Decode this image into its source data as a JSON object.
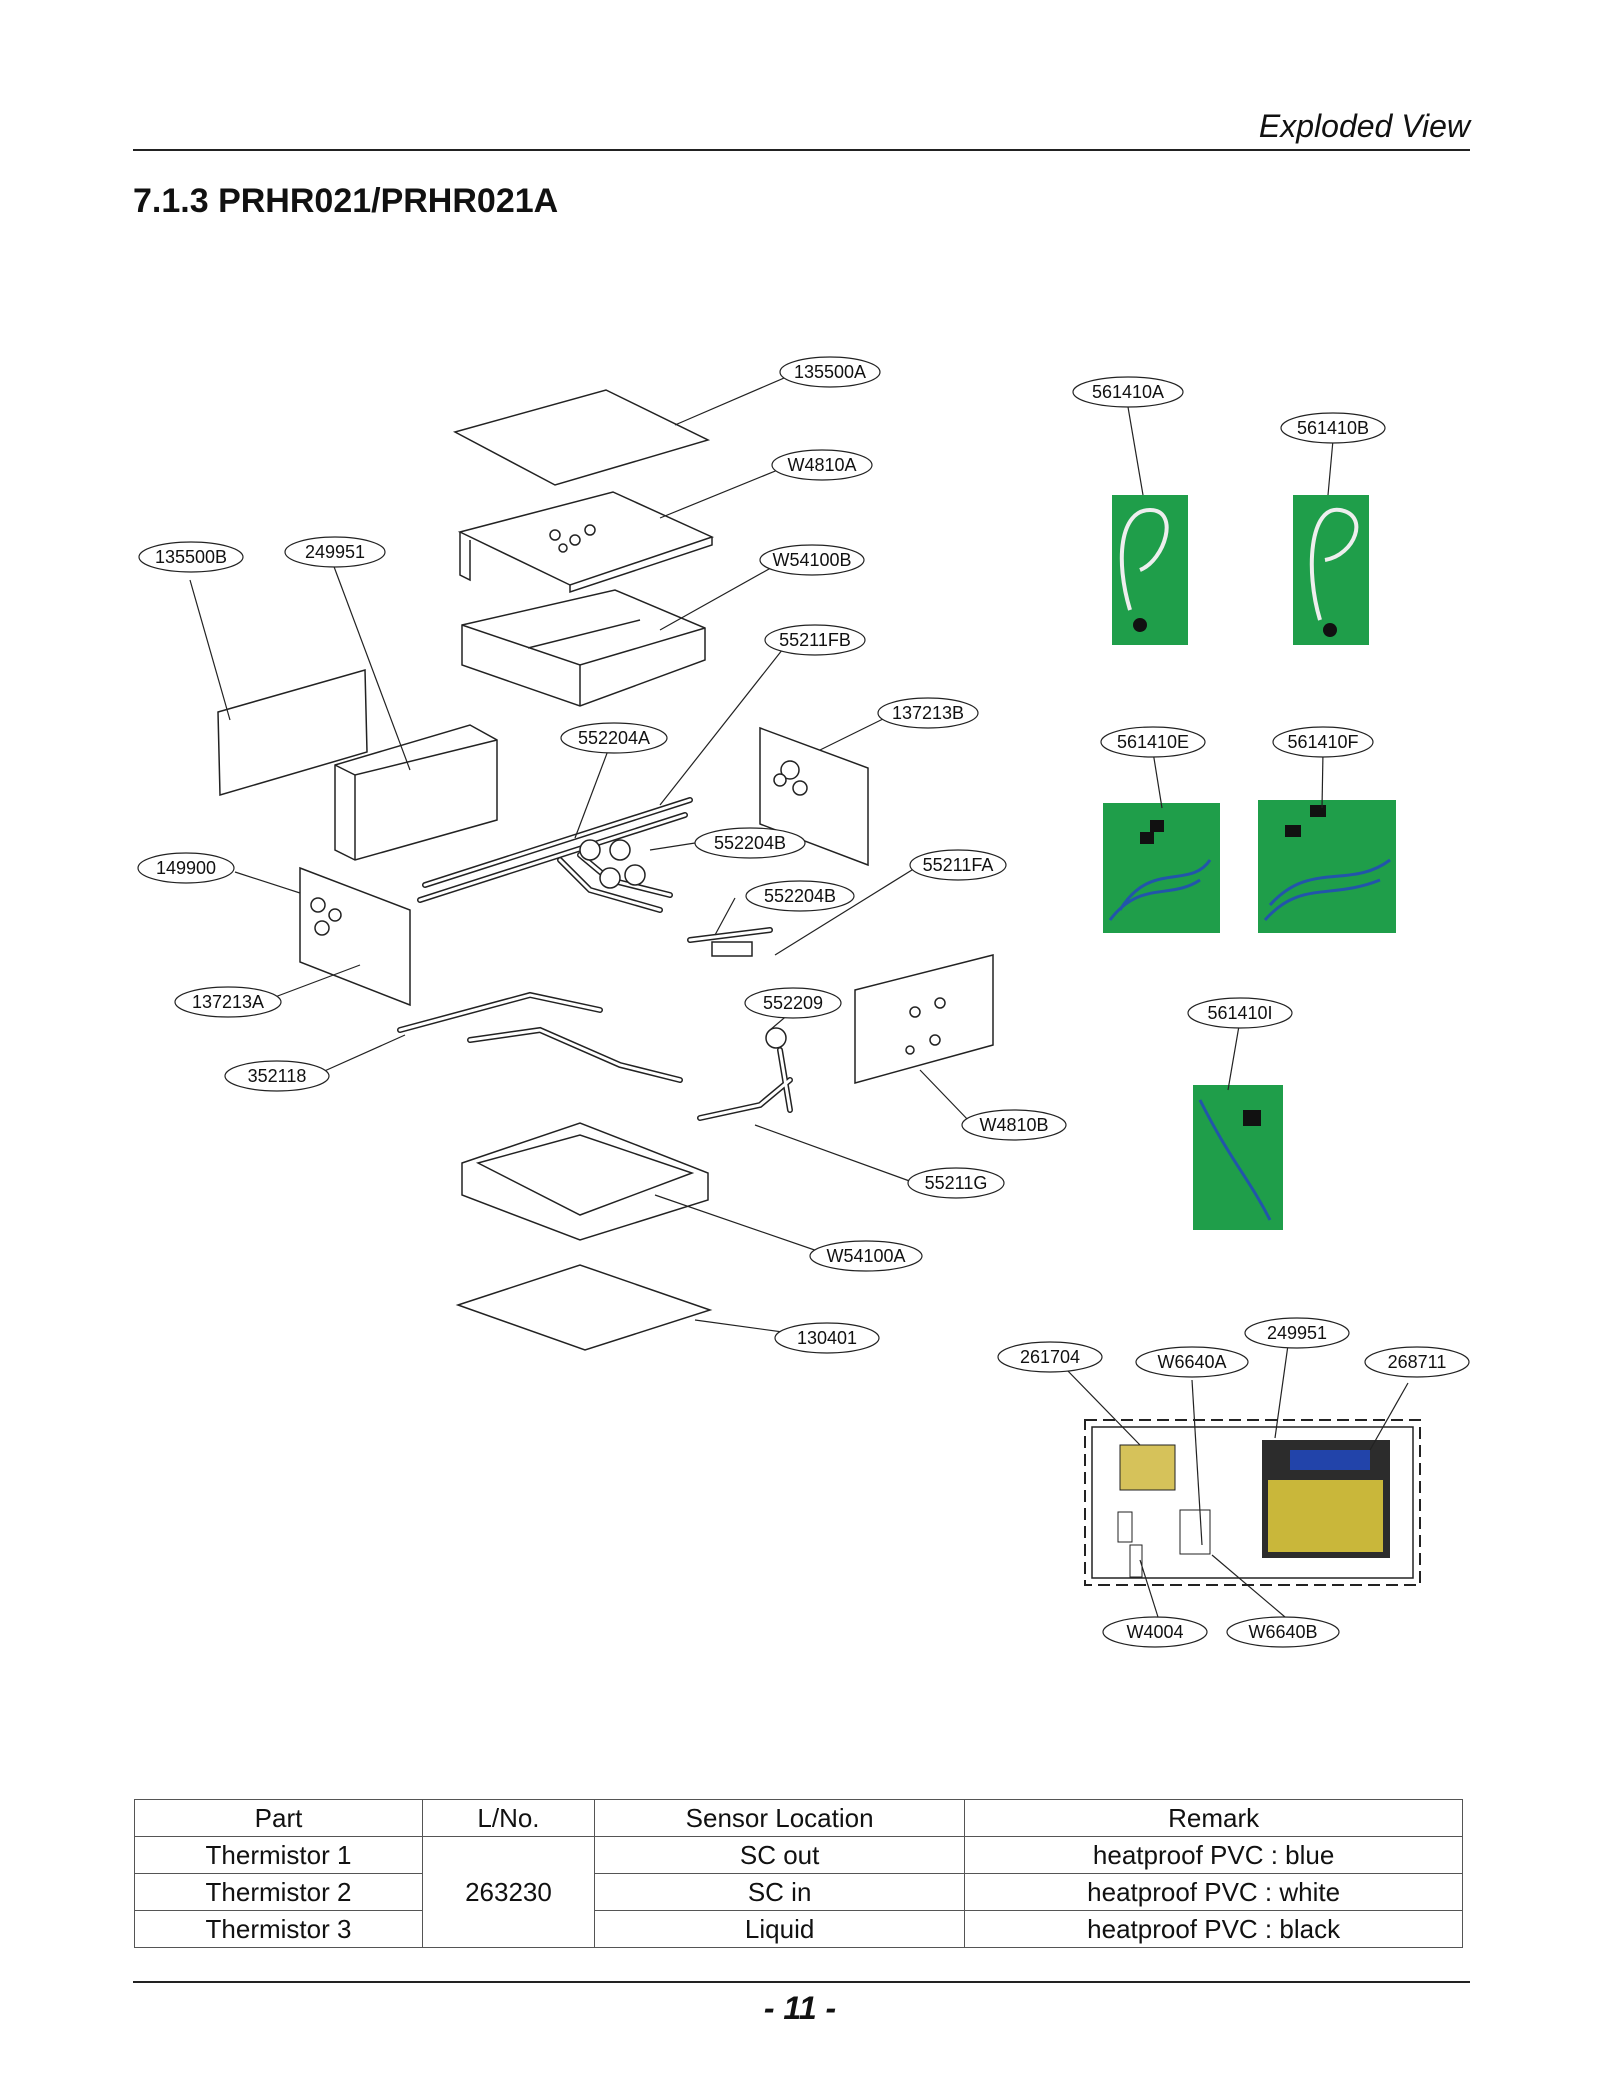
{
  "header": {
    "section_name": "Exploded View"
  },
  "title": "7.1.3 PRHR021/PRHR021A",
  "callouts": {
    "c135500A": "135500A",
    "cW4810A": "W4810A",
    "cW54100B": "W54100B",
    "c55211FB": "55211FB",
    "c137213B": "137213B",
    "c135500B": "135500B",
    "c249951a": "249951",
    "c552204A": "552204A",
    "c552204Ba": "552204B",
    "c149900": "149900",
    "c55211FA": "55211FA",
    "c552204Bb": "552204B",
    "c137213A": "137213A",
    "c552209": "552209",
    "c352118": "352118",
    "cW4810B": "W4810B",
    "c55211G": "55211G",
    "cW54100A": "W54100A",
    "c130401": "130401",
    "c561410A": "561410A",
    "c561410B": "561410B",
    "c561410E": "561410E",
    "c561410F": "561410F",
    "c561410I": "561410I",
    "c249951b": "249951",
    "c261704": "261704",
    "cW6640A": "W6640A",
    "c268711": "268711",
    "cW4004": "W4004",
    "cW6640B": "W6640B"
  },
  "colors": {
    "photo_green": "#1f9e4a",
    "board_yellow": "#d6c25a",
    "line": "#222222"
  },
  "table": {
    "headers": [
      "Part",
      "L/No.",
      "Sensor Location",
      "Remark"
    ],
    "rows": [
      {
        "part": "Thermistor 1",
        "sensor": "SC out",
        "remark": "heatproof PVC : blue"
      },
      {
        "part": "Thermistor 2",
        "sensor": "SC in",
        "remark": "heatproof PVC : white"
      },
      {
        "part": "Thermistor 3",
        "sensor": "Liquid",
        "remark": "heatproof PVC : black"
      }
    ],
    "lno": "263230"
  },
  "footer": {
    "page": "- 11 -"
  }
}
